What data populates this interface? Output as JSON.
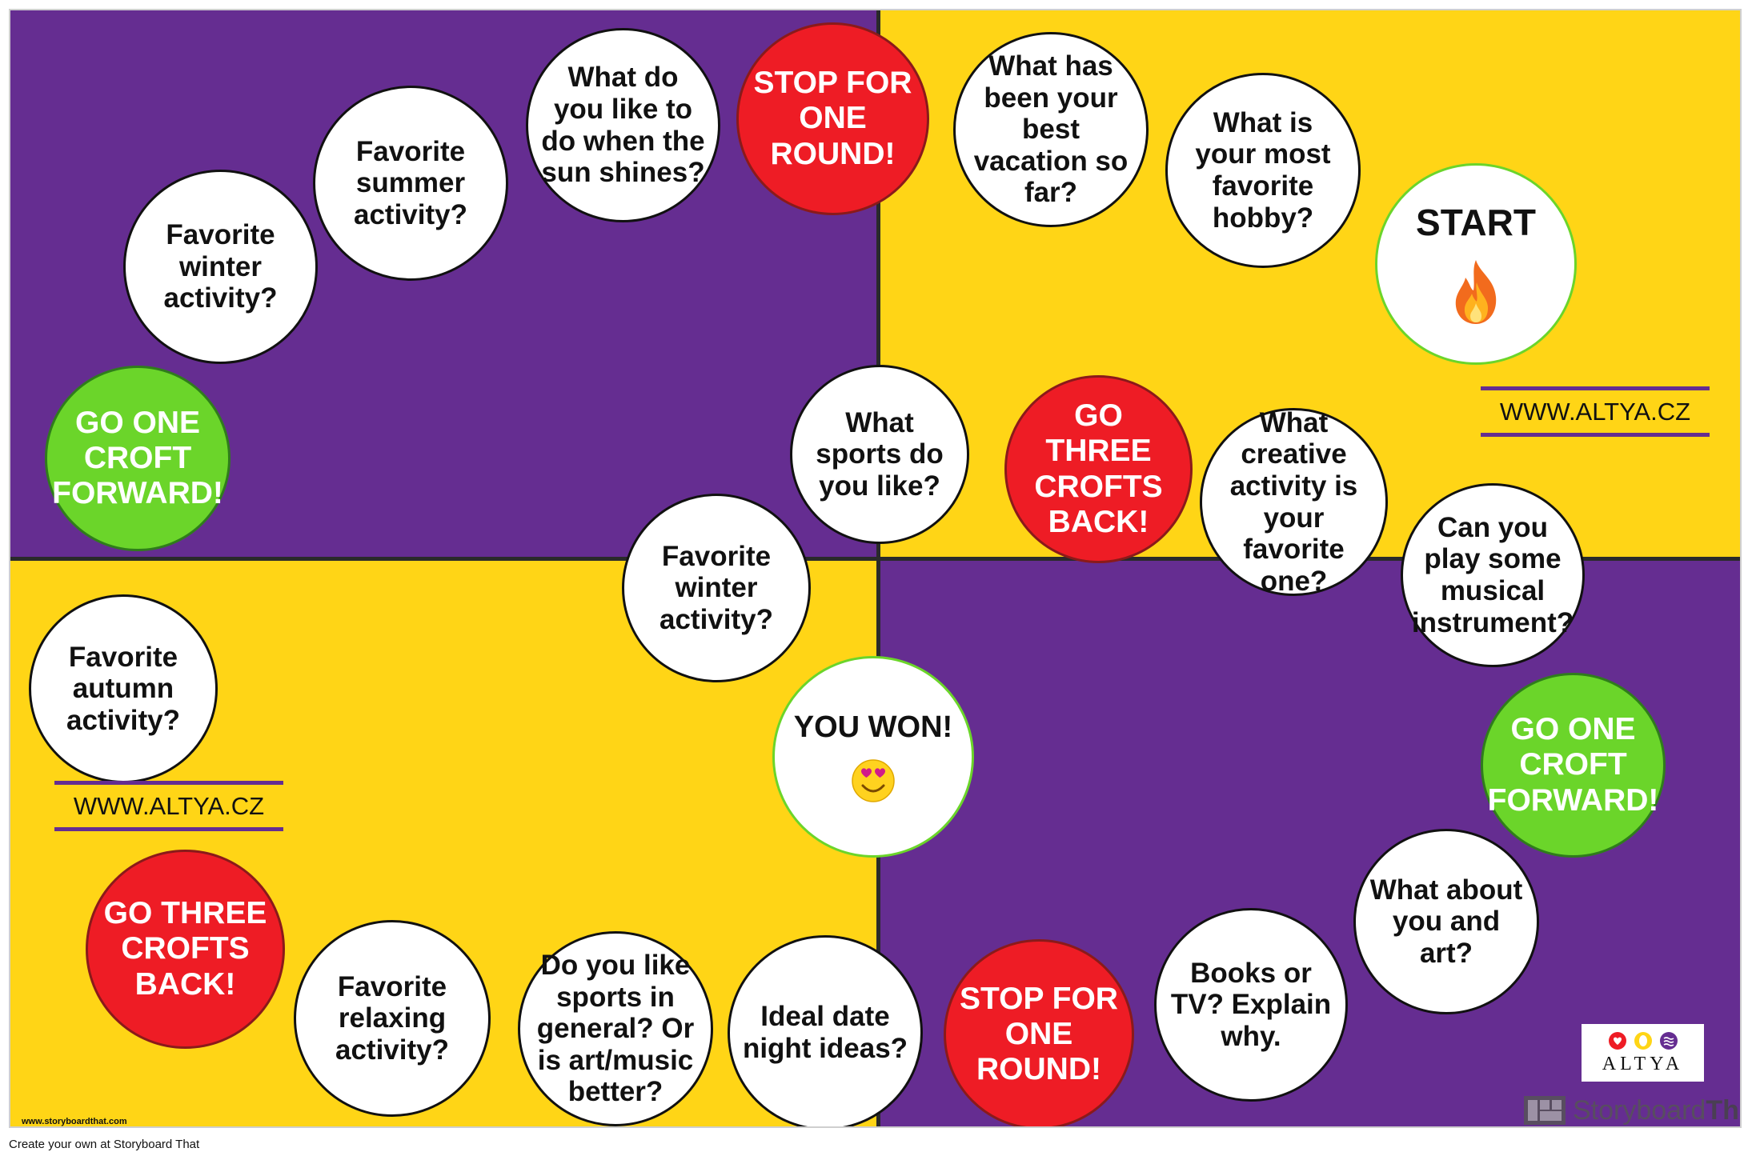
{
  "colors": {
    "purple": "#652d91",
    "yellow": "#ffd516",
    "red": "#ee1c25",
    "green": "#6bd52a",
    "white": "#ffffff"
  },
  "spaces": {
    "start": {
      "label": "START",
      "icon": "fire-icon"
    },
    "hobby": "What is your most favorite hobby?",
    "vacation": "What has been your best vacation so far?",
    "stop1": "STOP FOR ONE ROUND!",
    "sunshine": "What do you like to do when the sun shines?",
    "summer": "Favorite summer activity?",
    "winter1": "Favorite winter activity?",
    "forward1": "GO ONE CROFT FORWARD!",
    "sports": "What sports do you like?",
    "back1": "GO THREE CROFTS BACK!",
    "creative": "What creative activity is your favorite one?",
    "instrument": "Can you play some musical instrument?",
    "forward2": "GO ONE CROFT FORWARD!",
    "art": "What about you and art?",
    "books": "Books or TV? Explain why.",
    "stop2": "STOP FOR ONE ROUND!",
    "date": "Ideal date night ideas?",
    "sports_general": "Do you like sports in general? Or is art/music better?",
    "relaxing": "Favorite relaxing activity?",
    "back2": "GO THREE CROFTS BACK!",
    "autumn": "Favorite autumn activity?",
    "winter2": "Favorite winter activity?",
    "won": {
      "label": "YOU WON!",
      "icon": "heart-eyes-emoji-icon"
    }
  },
  "website_top": "WWW.ALTYA.CZ",
  "website_bottom": "WWW.ALTYA.CZ",
  "logo": {
    "text": "ALTYA"
  },
  "watermark": {
    "brand_light": "Storyboard",
    "brand_bold": "That"
  },
  "small_url": "www.storyboardthat.com",
  "caption": "Create your own at Storyboard That"
}
